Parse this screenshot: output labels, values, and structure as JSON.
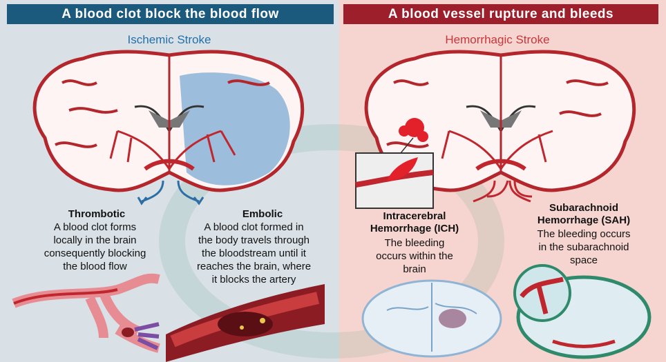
{
  "headers": {
    "left": "A blood clot block the blood flow",
    "right": "A blood vessel rupture and bleeds"
  },
  "sections": {
    "ischemic": "Ischemic Stroke",
    "hemorrhagic": "Hemorrhagic Stroke"
  },
  "types": {
    "thrombotic": {
      "title": "Thrombotic",
      "lines": [
        "A blood clot forms",
        "locally in the brain",
        "consequently blocking",
        "the blood flow"
      ]
    },
    "embolic": {
      "title": "Embolic",
      "lines": [
        "A blood clot formed in",
        "the body travels through",
        "the bloodstream until it",
        "reaches the brain, where",
        "it blocks the artery"
      ]
    },
    "ich": {
      "title_lines": [
        "Intracerebral",
        "Hemorrhage (ICH)"
      ],
      "lines": [
        "The bleeding",
        "occurs within the",
        "brain"
      ]
    },
    "sah": {
      "title_lines": [
        "Subarachnoid",
        "Hemorrhage (SAH)"
      ],
      "lines": [
        "The bleeding occurs",
        "in the subarachnoid",
        "space"
      ]
    }
  },
  "colors": {
    "ischemic_accent": "#1c5a7d",
    "hemorrhagic_accent": "#9d1f2b",
    "artery_red": "#c0262d",
    "clot_blue": "#3e86c4"
  }
}
